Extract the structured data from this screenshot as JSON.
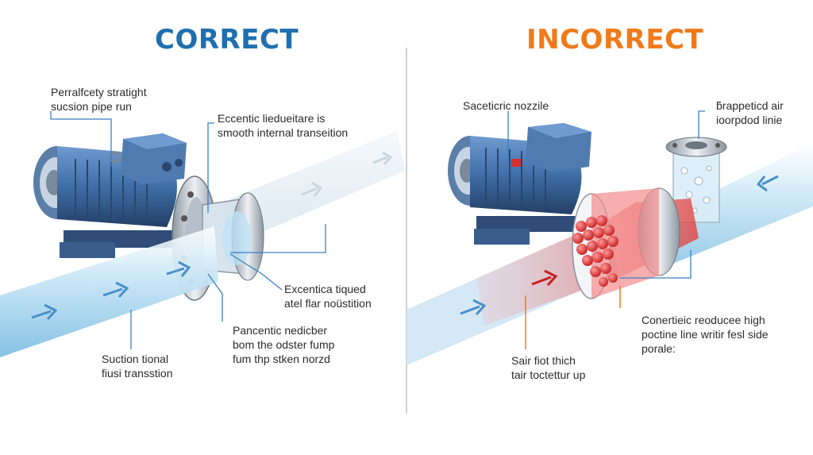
{
  "colors": {
    "correct_title": "#1f6fb0",
    "incorrect_title": "#f07a1a",
    "leader_blue": "#3b7fc4",
    "leader_orange": "#f07a1a",
    "motor_blue": "#3f6ea6",
    "pipe_blue": "#9fd2ee",
    "flow_red": "#e53935",
    "divider": "#b8b8b8"
  },
  "left_panel": {
    "title": "CORRECT",
    "labels": {
      "straight_run": "Perralfcety stratight\nsucsion pipe run",
      "eccentric_reducer": "Eccentic liedueitare is\nsmooth internal transeition",
      "flange_transition": "Excentica tiqued\natel flar noüstition",
      "pancentic": "Pancentic nedicber\nbom the odster fump\nfum thp stken norzd",
      "suction_transition": "Suction tional\nfiusi transstion"
    }
  },
  "right_panel": {
    "title": "INCORRECT",
    "labels": {
      "nozzle": "Saceticric nozzile",
      "trapped_air": "ƃrappeticd air\nioorpdod linie",
      "concentric_reducer": "Conertieic reoducee high\npoctine line writir fesl side\nporale:",
      "flow_thick": "Sair fiot thich\ntair toctettur up"
    }
  },
  "icons": [
    "motor-icon",
    "terminal-box-icon",
    "flange-icon",
    "flow-arrow-icon",
    "air-bubble-icon",
    "reducer-icon"
  ]
}
